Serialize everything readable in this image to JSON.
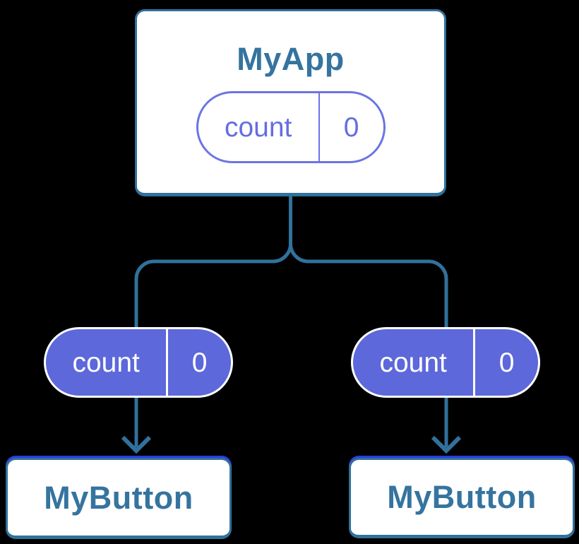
{
  "diagram": {
    "description": "React component tree: parent component holds state and passes it as props to two child components",
    "colors": {
      "background": "#000000",
      "line": "#31719c",
      "node_border": "#31719c",
      "node_background": "#ffffff",
      "node_text": "#35749f",
      "pill_fill": "#5d68db",
      "pill_outline": "#6b74e4",
      "pill_outline_text": "#656de2",
      "pill_filled_text": "#ffffff",
      "button_top_accent": "#2a3ce0"
    },
    "root": {
      "title": "MyApp",
      "state": {
        "name": "count",
        "value": "0"
      }
    },
    "children": [
      {
        "title": "MyButton",
        "prop": {
          "name": "count",
          "value": "0"
        }
      },
      {
        "title": "MyButton",
        "prop": {
          "name": "count",
          "value": "0"
        }
      }
    ]
  }
}
